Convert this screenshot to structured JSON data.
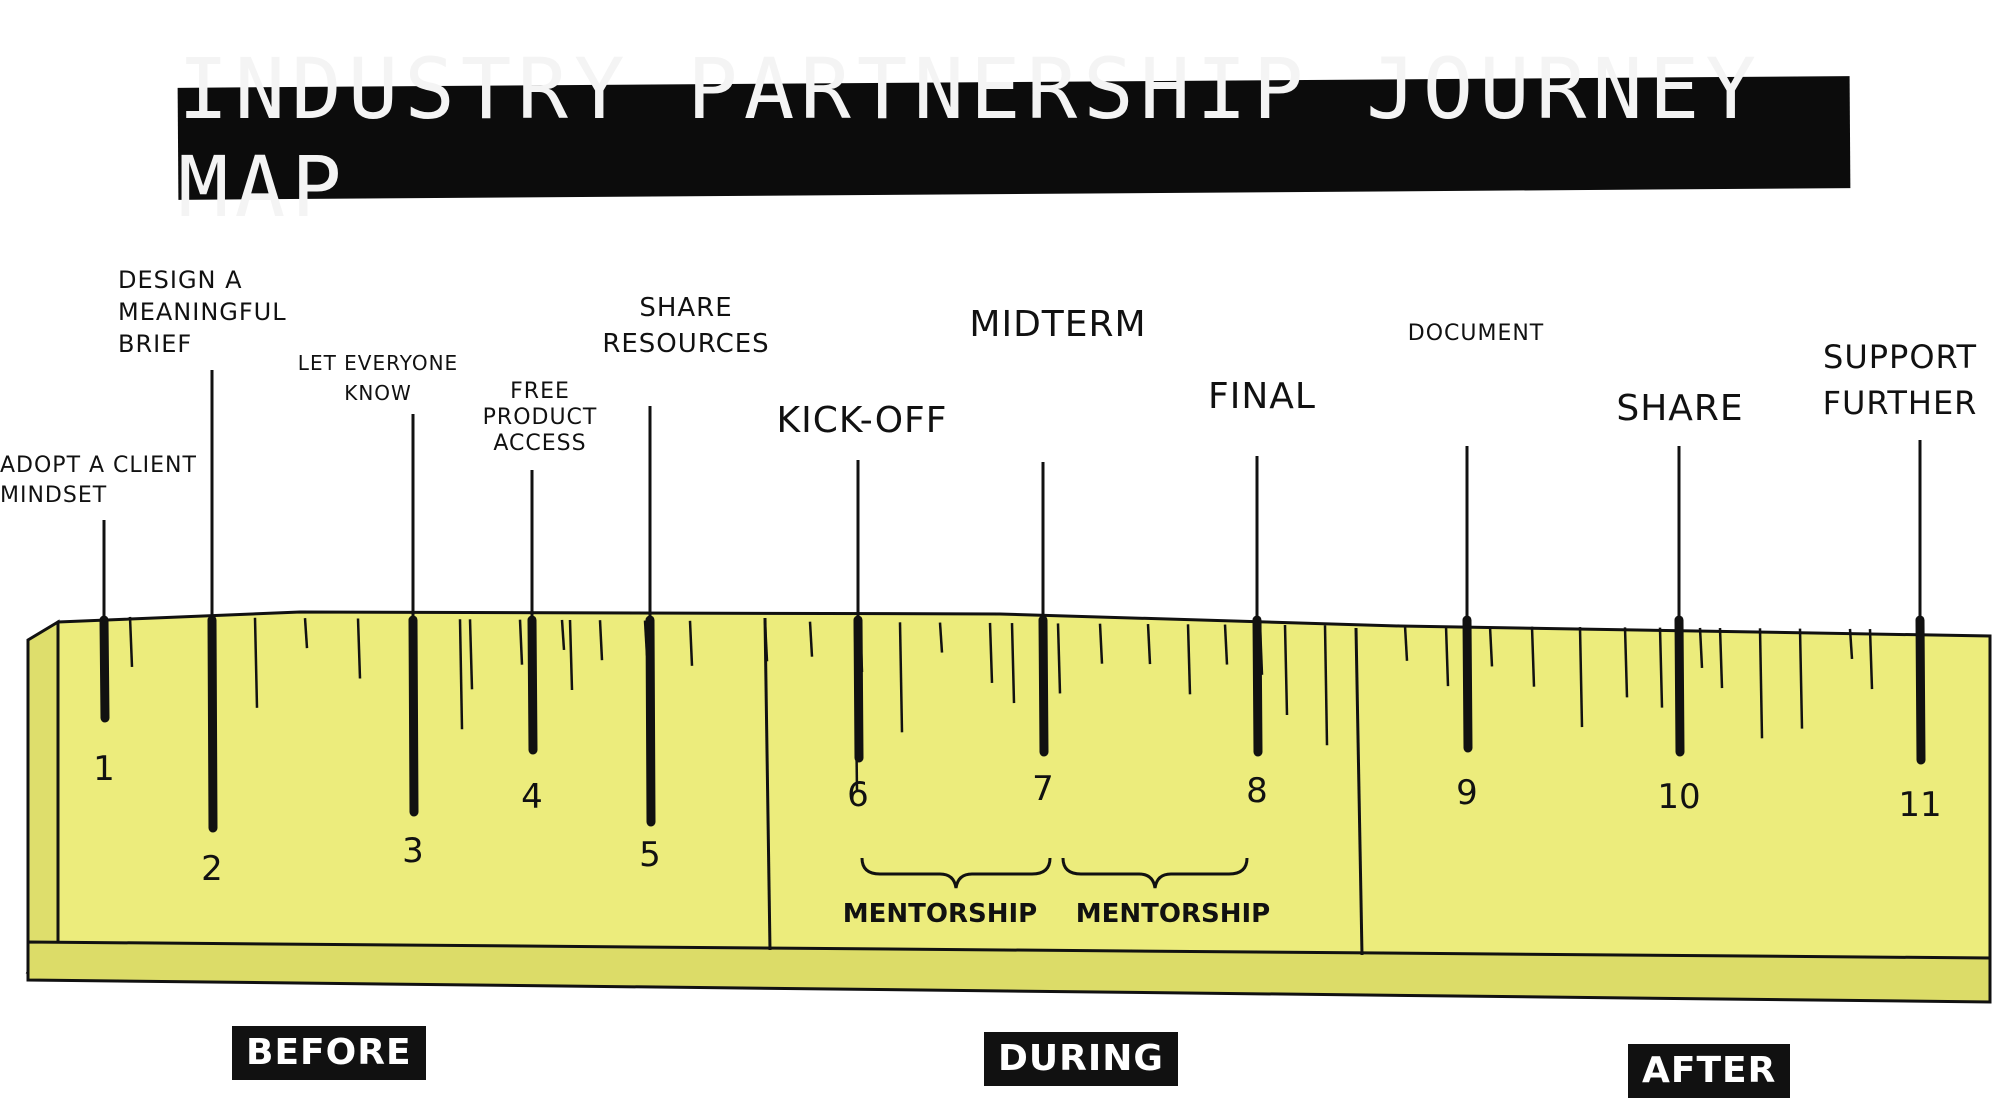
{
  "title": "INDUSTRY PARTNERSHIP JOURNEY MAP",
  "milestones": [
    {
      "number": "1",
      "label": [
        "ADOPT A CLIENT",
        "MINDSET"
      ]
    },
    {
      "number": "2",
      "label": [
        "DESIGN A",
        "MEANINGFUL",
        "BRIEF"
      ]
    },
    {
      "number": "3",
      "label": [
        "LET EVERYONE",
        "KNOW"
      ]
    },
    {
      "number": "4",
      "label": [
        "FREE",
        "PRODUCT",
        "ACCESS"
      ]
    },
    {
      "number": "5",
      "label": [
        "SHARE",
        "RESOURCES"
      ]
    },
    {
      "number": "6",
      "label": [
        "KICK-OFF"
      ]
    },
    {
      "number": "7",
      "label": [
        "MIDTERM"
      ]
    },
    {
      "number": "8",
      "label": [
        "FINAL"
      ]
    },
    {
      "number": "9",
      "label": [
        "DOCUMENT"
      ]
    },
    {
      "number": "10",
      "label": [
        "SHARE"
      ]
    },
    {
      "number": "11",
      "label": [
        "SUPPORT",
        "FURTHER"
      ]
    }
  ],
  "mentorship": [
    "MENTORSHIP",
    "MENTORSHIP"
  ],
  "phases": {
    "before": "BEFORE",
    "during": "DURING",
    "after": "AFTER"
  },
  "colors": {
    "ruler_face": "#ecec7c",
    "ruler_side": "#dcdc6a",
    "ink": "#111111",
    "banner": "#0c0c0c"
  }
}
